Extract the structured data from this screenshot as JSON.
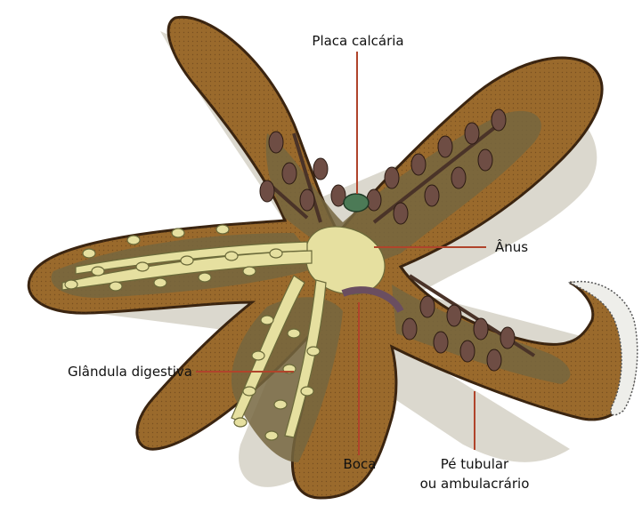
{
  "labels": {
    "placa": "Placa calcária",
    "anus": "Ânus",
    "glandula": "Glândula digestiva",
    "boca": "Boca",
    "pe_line1": "Pé tubular",
    "pe_line2": "ou ambulacrário"
  },
  "colors": {
    "body": "#9a6a2c",
    "outline": "#3a2410",
    "shadow": "#c7c3b4",
    "interior": "#76663f",
    "gland": "#e6e0a0",
    "tube_feet": "#6e4d44",
    "plate": "#4c7a56"
  }
}
